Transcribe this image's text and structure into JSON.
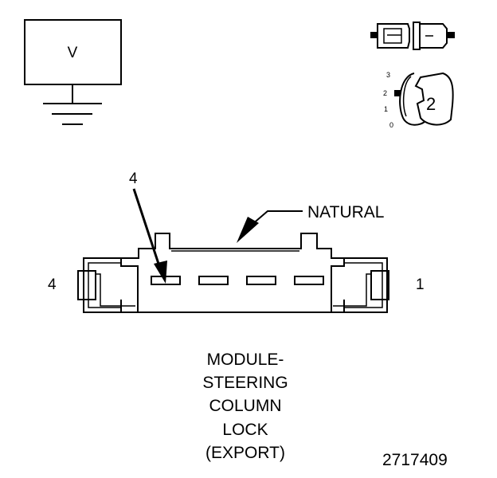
{
  "symbol": {
    "letter": "V"
  },
  "icon": {
    "connector_view_icon": "connector-plug-icon",
    "key_switch_icon": "key-switch-icon",
    "positions": [
      "3",
      "2",
      "1",
      "0"
    ],
    "selected": "2"
  },
  "connector": {
    "pin_callout": "4",
    "color_label": "NATURAL",
    "left_pin": "4",
    "right_pin": "1"
  },
  "caption": {
    "lines": [
      "MODULE-",
      "STEERING",
      "COLUMN",
      "LOCK",
      "(EXPORT)"
    ]
  },
  "figure_number": "2717409"
}
